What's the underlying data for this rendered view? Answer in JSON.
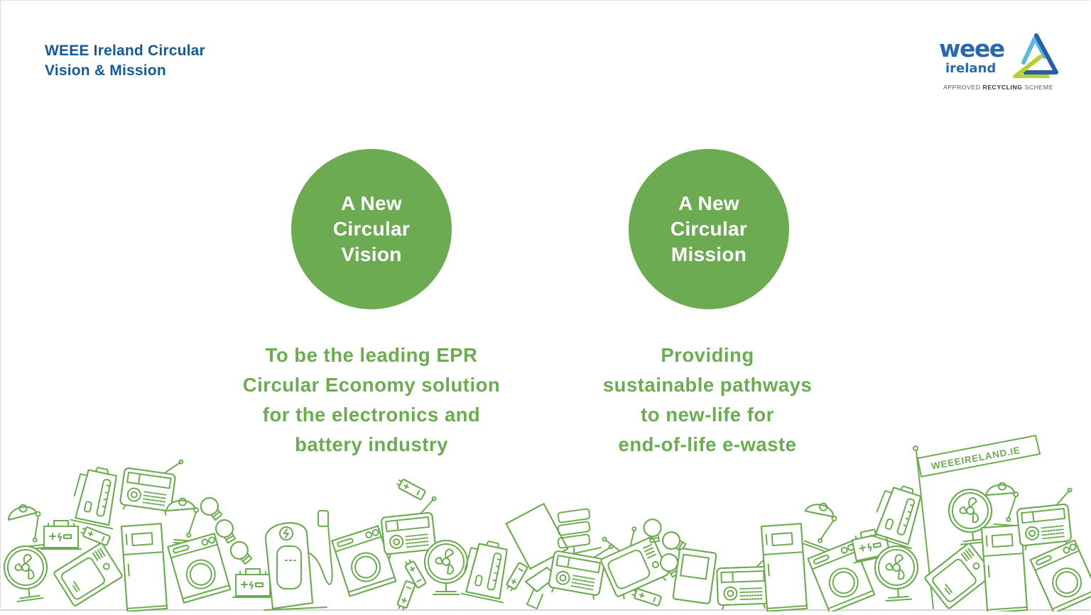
{
  "header": {
    "title_lines": [
      "WEEE Ireland Circular",
      "Vision & Mission"
    ]
  },
  "logo": {
    "wordmark_top": "weee",
    "wordmark_bottom": "ireland",
    "tagline_prefix": "APPROVED ",
    "tagline_bold": "RECYCLING",
    "tagline_suffix": " SCHEME",
    "colors": {
      "blue": "#2b67ab",
      "light_blue": "#5bb8e6",
      "lime": "#b9cf2e",
      "dark_blue": "#2a5ea6"
    }
  },
  "pillars": [
    {
      "circle_lines": [
        "A New",
        "Circular",
        "Vision"
      ],
      "statement_lines": [
        "To be the leading EPR",
        "Circular Economy solution",
        "for the electronics and",
        "battery industry"
      ]
    },
    {
      "circle_lines": [
        "A New",
        "Circular",
        "Mission"
      ],
      "statement_lines": [
        "Providing",
        "sustainable pathways",
        "to new-life for",
        "end-of-life e-waste"
      ]
    }
  ],
  "illustration": {
    "flag_text": "WEEEIRELAND.IE",
    "items": [
      "lamp",
      "fan",
      "battery-pack",
      "kettle",
      "radio",
      "microwave",
      "fridge",
      "washing-machine",
      "light-bulb",
      "ev-charger",
      "tablet",
      "server-rack",
      "drill",
      "television",
      "oscilloscope"
    ]
  },
  "colors": {
    "title_blue": "#135a96",
    "accent_green": "#6dab52",
    "background": "#ffffff"
  }
}
